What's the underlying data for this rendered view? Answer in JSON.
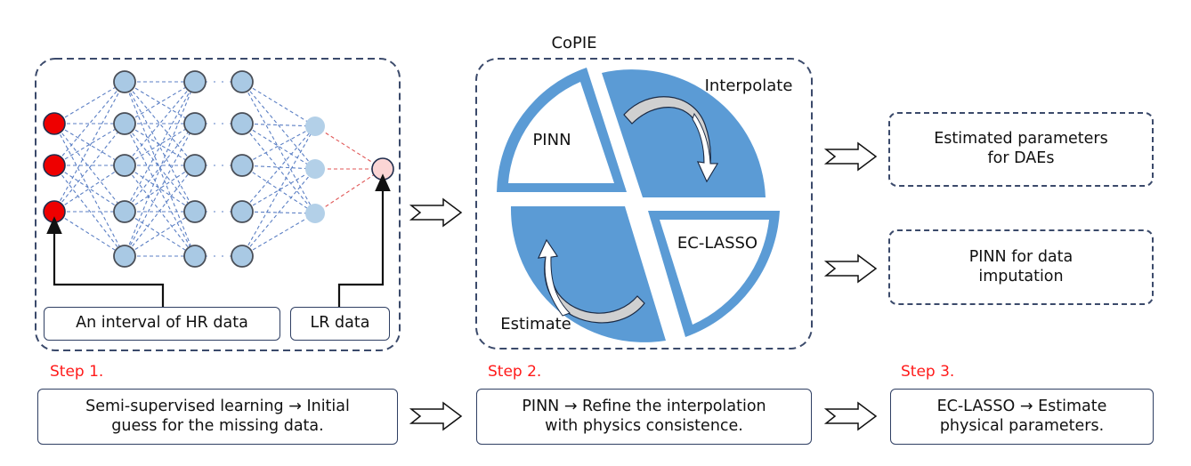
{
  "diagram": {
    "network_panel": {
      "hr_data_label": "An interval of HR data",
      "lr_data_label": "LR data",
      "input_node_count": 3,
      "hidden_layer_count": 3,
      "hidden_nodes_per_layer": 5,
      "pre_output_node_count": 3,
      "output_node_count": 1,
      "colors": {
        "input_node": "#ee0000",
        "hidden_node": "#a9c9e4",
        "pre_output_node": "#b3d0e8",
        "output_node": "#fbd5d5",
        "hidden_edges": "#5b7fc4",
        "output_edges": "#e05555"
      }
    },
    "copie_panel": {
      "title": "CoPIE",
      "sectors": {
        "pinn": "PINN",
        "ec_lasso": "EC-LASSO",
        "interpolate": "Interpolate",
        "estimate": "Estimate"
      },
      "colors": {
        "sector_fill": "#5b9bd5",
        "cycle_arrow": "#d0d0d0"
      }
    },
    "outputs": [
      {
        "text_line1": "Estimated parameters",
        "text_line2": "for DAEs"
      },
      {
        "text_line1": "PINN for data",
        "text_line2": "imputation"
      }
    ],
    "steps": [
      {
        "label": "Step 1.",
        "line1": "Semi-supervised learning → Initial",
        "line2": "guess for the missing data."
      },
      {
        "label": "Step 2.",
        "line1": "PINN → Refine the interpolation",
        "line2": "with physics consistence."
      },
      {
        "label": "Step 3.",
        "line1": "EC-LASSO → Estimate",
        "line2": "physical parameters."
      }
    ],
    "step_label_color": "#ff1a1a"
  }
}
